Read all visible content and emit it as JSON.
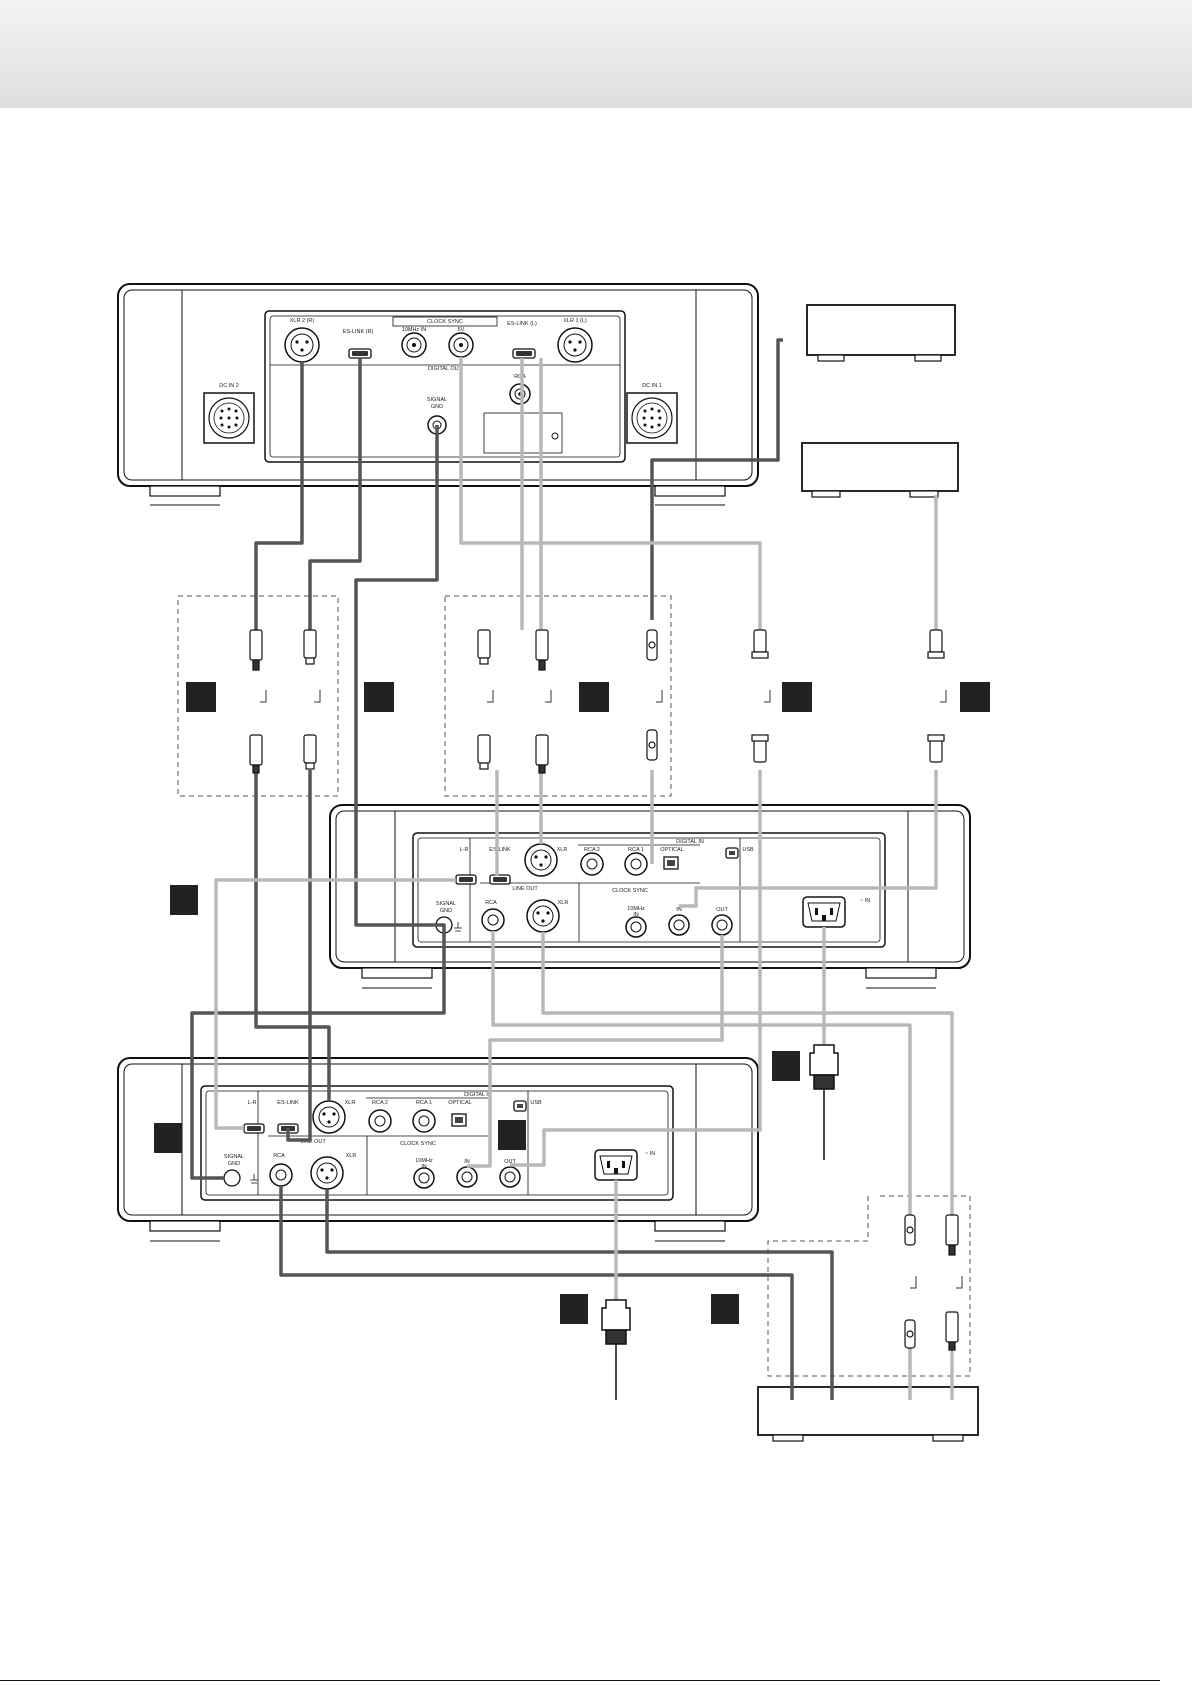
{
  "colors": {
    "cable_dark": "#555555",
    "cable_mid": "#777777",
    "cable_light": "#b8b8b8",
    "marker": "#222222",
    "chassis": "#111111",
    "header_band": "#e4e4e4"
  },
  "clock_unit": {
    "xlr_r": "XLR 2 (R)",
    "eslink_r": "ES-LINK (R)",
    "clock_sync": "CLOCK SYNC",
    "in_10m": "10MHz IN",
    "in_5v": "5V",
    "eslink_l": "ES-LINK (L)",
    "xlr_l": "XLR 1 (L)",
    "digital_out": "DIGITAL OUT",
    "rca": "RCA",
    "signal_gnd_1": "SIGNAL",
    "signal_gnd_2": "GND",
    "dc_in_2": "DC IN 2",
    "dc_in_1": "DC IN 1"
  },
  "dac_unit": {
    "lr": "L-R",
    "eslink": "ES-LINK",
    "xlr": "XLR",
    "rca2": "RCA 2",
    "rca1": "RCA 1",
    "optical": "OPTICAL",
    "digital_in": "DIGITAL IN",
    "usb": "USB",
    "signal_gnd_1": "SIGNAL",
    "signal_gnd_2": "GND",
    "line_out": "LINE OUT",
    "rca": "RCA",
    "xlr_out": "XLR",
    "clock_sync": "CLOCK SYNC",
    "in_10m_1": "10MHz",
    "in_10m_2": "IN",
    "in": "IN",
    "out": "OUT",
    "ac_in": "~ IN"
  }
}
